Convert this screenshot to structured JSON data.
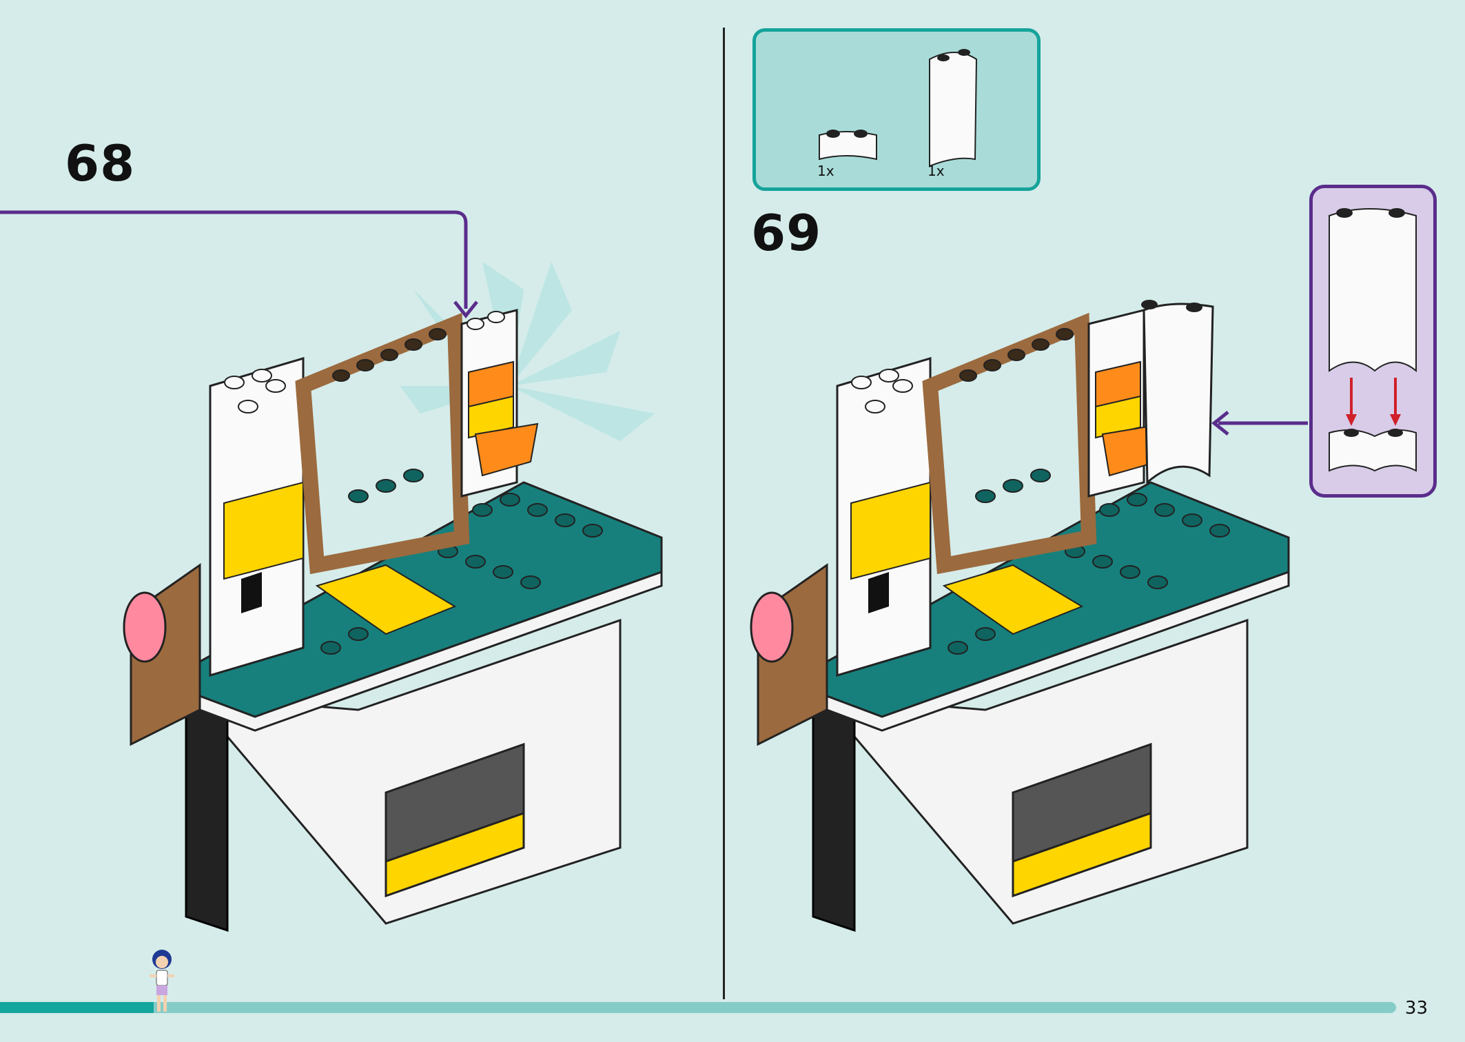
{
  "steps": {
    "first": "68",
    "second": "69"
  },
  "parts_list": [
    {
      "name": "curved-plate",
      "qty": "1x"
    },
    {
      "name": "curved-panel",
      "qty": "1x"
    }
  ],
  "page_number": "33",
  "progress": {
    "fraction": 0.11
  },
  "colors": {
    "background": "#d5ecea",
    "parts_box_border": "#16a39b",
    "callout_border": "#5a2d8c",
    "arrow": "#5a2d8c",
    "teal_plate": "#17807d",
    "brown_frame": "#9b6a3e",
    "yellow": "#ffd500",
    "orange": "#ff8c1a"
  }
}
